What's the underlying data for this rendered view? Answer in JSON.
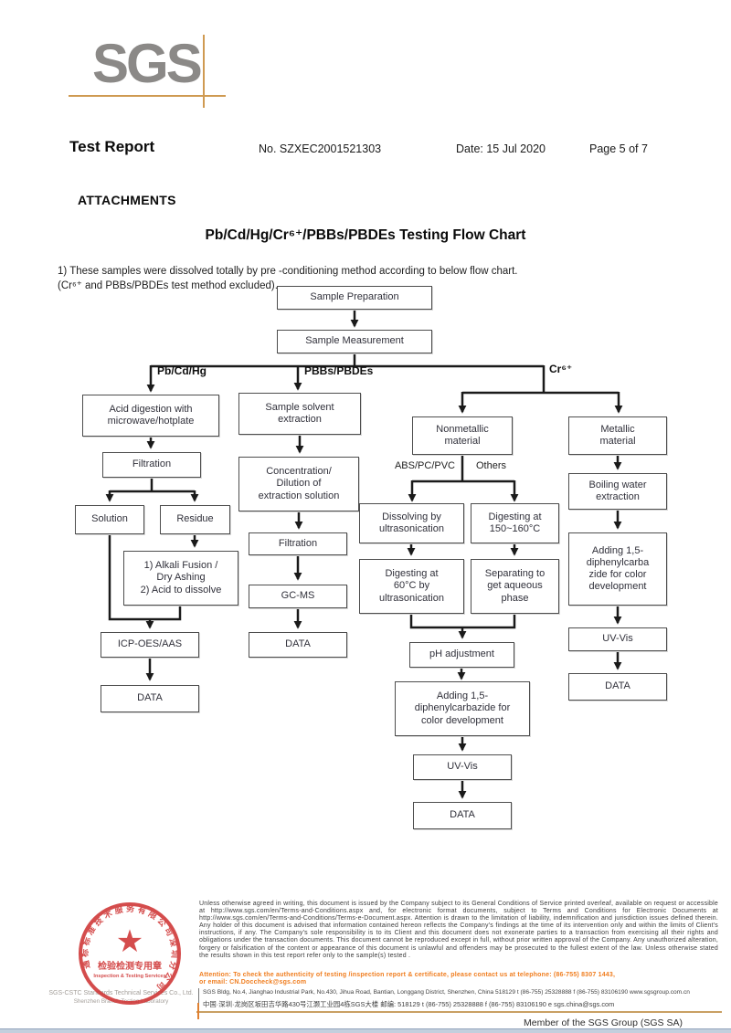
{
  "logo": {
    "text": "SGS"
  },
  "header": {
    "title": "Test Report",
    "report_no": "No. SZXEC2001521303",
    "date": "Date: 15 Jul 2020",
    "page": "Page 5 of 7"
  },
  "attachments": {
    "heading": "ATTACHMENTS",
    "chart_title": "Pb/Cd/Hg/Cr⁶⁺/PBBs/PBDEs Testing Flow Chart",
    "note": "1) These samples were dissolved totally by pre -conditioning method according to below flow chart.\n     (Cr⁶⁺ and PBBs/PBDEs test method excluded)."
  },
  "flowchart": {
    "labels": {
      "pb_cd_hg": "Pb/Cd/Hg",
      "pbbs_pbdes": "PBBs/PBDEs",
      "cr6": "Cr⁶⁺",
      "abs_pc_pvc": "ABS/PC/PVC",
      "others": "Others"
    },
    "nodes": {
      "sample_preparation": "Sample Preparation",
      "sample_measurement": "Sample Measurement",
      "acid_digestion": "Acid digestion with\nmicrowave/hotplate",
      "sample_solvent": "Sample solvent\nextraction",
      "nonmetallic": "Nonmetallic\nmaterial",
      "metallic": "Metallic\nmaterial",
      "filtration_left": "Filtration",
      "concentration": "Concentration/\nDilution of\nextraction solution",
      "boiling_water": "Boiling water\nextraction",
      "solution": "Solution",
      "residue": "Residue",
      "dissolving": "Dissolving by\nultrasonication",
      "digesting_150": "Digesting at\n150~160°C",
      "adding_right": "Adding 1,5-\ndiphenylcarba\nzide for color\ndevelopment",
      "alkali_fusion": "1) Alkali Fusion /\nDry Ashing\n2) Acid to dissolve",
      "filtration_mid": "Filtration",
      "digesting_60": "Digesting at\n60°C by\nultrasonication",
      "separating": "Separating to\nget aqueous\nphase",
      "gcms": "GC-MS",
      "icp": "ICP-OES/AAS",
      "uvvis_right": "UV-Vis",
      "ph_adjustment": "pH adjustment",
      "data_mid": "DATA",
      "data_right": "DATA",
      "data_left": "DATA",
      "adding_center": "Adding 1,5-\ndiphenylcarbazide for\ncolor development",
      "uvvis_center": "UV-Vis",
      "data_center": "DATA"
    }
  },
  "stamp": {
    "rim_text": "通标标准技术服务有限公司深圳分公司",
    "center_line1": "检验检测专用章",
    "center_line2": "Inspection & Testing Services",
    "star": "★",
    "company_line1": "SGS-CSTC Standards Technical Services Co., Ltd.",
    "company_line2": "Shenzhen Branch Testing Laboratory",
    "color": "#cf3434"
  },
  "footer": {
    "legal": "Unless otherwise agreed in writing, this document is issued by the Company subject to its General Conditions of Service printed overleaf, available on request or accessible at http://www.sgs.com/en/Terms-and-Conditions.aspx and, for electronic format documents, subject to Terms and Conditions for Electronic Documents at http://www.sgs.com/en/Terms-and-Conditions/Terms-e-Document.aspx. Attention is drawn to the limitation of liability, indemnification and jurisdiction issues defined therein. Any holder of this document is advised that information contained hereon reflects the Company's findings at the time of its intervention only and within the limits of Client's instructions, if any. The Company's sole responsibility is to its Client and this document does not exonerate parties to a transaction from exercising all their rights and obligations under the transaction documents. This document cannot be reproduced except in full, without prior written approval of the Company. Any unauthorized alteration, forgery or falsification of the content or appearance of this document is unlawful and offenders may be prosecuted to the fullest extent of the law. Unless otherwise stated the results shown in this test report refer only to the sample(s) tested .",
    "attention": "Attention: To check the authenticity of testing /inspection report & certificate, please contact us at telephone: (86-755) 8307 1443,\nor email: CN.Doccheck@sgs.com",
    "address_en": "SGS Bldg, No.4, Jianghao Industrial Park, No.430, Jihua Road, Bantian, Longgang District, Shenzhen, China 518129    t (86-755) 25328888    f (86-755) 83106190    www.sgsgroup.com.cn",
    "address_cn": "中国·深圳·龙岗区坂田吉华路430号江灏工业园4栋SGS大楼    邮编: 518129    t (86-755) 25328888    f (86-755) 83106190    e sgs.china@sgs.com",
    "member": "Member of the SGS Group (SGS SA)",
    "accent_orange": "#f07d1e",
    "line_tan": "#c9a063"
  }
}
